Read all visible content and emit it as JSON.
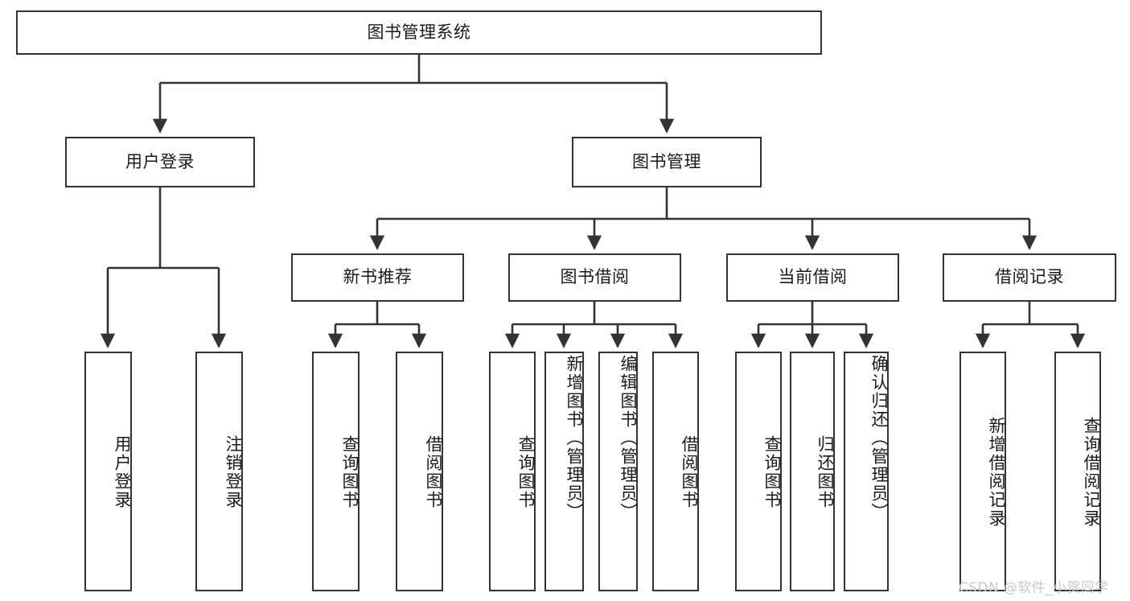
{
  "diagram": {
    "type": "tree-hierarchy",
    "title": "图书管理系统",
    "orientation": "top-down",
    "line_color": "#333333",
    "box_border_color": "#333333",
    "box_fill": "#ffffff",
    "text_color": "#1a1a1a",
    "levels": 4
  },
  "nodes": {
    "root": {
      "label": "图书管理系统",
      "level": 1
    },
    "user_login": {
      "label": "用户登录",
      "level": 2
    },
    "book_manage": {
      "label": "图书管理",
      "level": 2
    },
    "new_book_rec": {
      "label": "新书推荐",
      "level": 3
    },
    "book_borrow": {
      "label": "图书借阅",
      "level": 3
    },
    "current_borrow": {
      "label": "当前借阅",
      "level": 3
    },
    "borrow_record": {
      "label": "借阅记录",
      "level": 3
    },
    "leaf_user_login": {
      "label": "用户登录",
      "level": 4
    },
    "leaf_logout": {
      "label": "注销登录",
      "level": 4
    },
    "leaf_query_book_rec": {
      "label": "查询图书",
      "level": 4
    },
    "leaf_borrow_book_rec": {
      "label": "借阅图书",
      "level": 4
    },
    "leaf_query_book_b": {
      "label": "查询图书",
      "level": 4
    },
    "leaf_add_book": {
      "label": "新增图书（管理员）",
      "level": 4
    },
    "leaf_edit_book": {
      "label": "编辑图书（管理员）",
      "level": 4
    },
    "leaf_borrow_book_b": {
      "label": "借阅图书",
      "level": 4
    },
    "leaf_query_book_c": {
      "label": "查询图书",
      "level": 4
    },
    "leaf_return_book": {
      "label": "归还图书",
      "level": 4
    },
    "leaf_confirm_return": {
      "label": "确认归还（管理员）",
      "level": 4
    },
    "leaf_add_record": {
      "label": "新增借阅记录",
      "level": 4
    },
    "leaf_query_record": {
      "label": "查询借阅记录",
      "level": 4
    }
  },
  "tree": {
    "label": "图书管理系统",
    "children": [
      {
        "label": "用户登录",
        "children": [
          {
            "label": "用户登录"
          },
          {
            "label": "注销登录"
          }
        ]
      },
      {
        "label": "图书管理",
        "children": [
          {
            "label": "新书推荐",
            "children": [
              {
                "label": "查询图书"
              },
              {
                "label": "借阅图书"
              }
            ]
          },
          {
            "label": "图书借阅",
            "children": [
              {
                "label": "查询图书"
              },
              {
                "label": "新增图书（管理员）"
              },
              {
                "label": "编辑图书（管理员）"
              },
              {
                "label": "借阅图书"
              }
            ]
          },
          {
            "label": "当前借阅",
            "children": [
              {
                "label": "查询图书"
              },
              {
                "label": "归还图书"
              },
              {
                "label": "确认归还（管理员）"
              }
            ]
          },
          {
            "label": "借阅记录",
            "children": [
              {
                "label": "新增借阅记录"
              },
              {
                "label": "查询借阅记录"
              }
            ]
          }
        ]
      }
    ]
  },
  "watermark": {
    "text": "CSDN @软件_小贺同学",
    "color": "#c9c9c9"
  }
}
